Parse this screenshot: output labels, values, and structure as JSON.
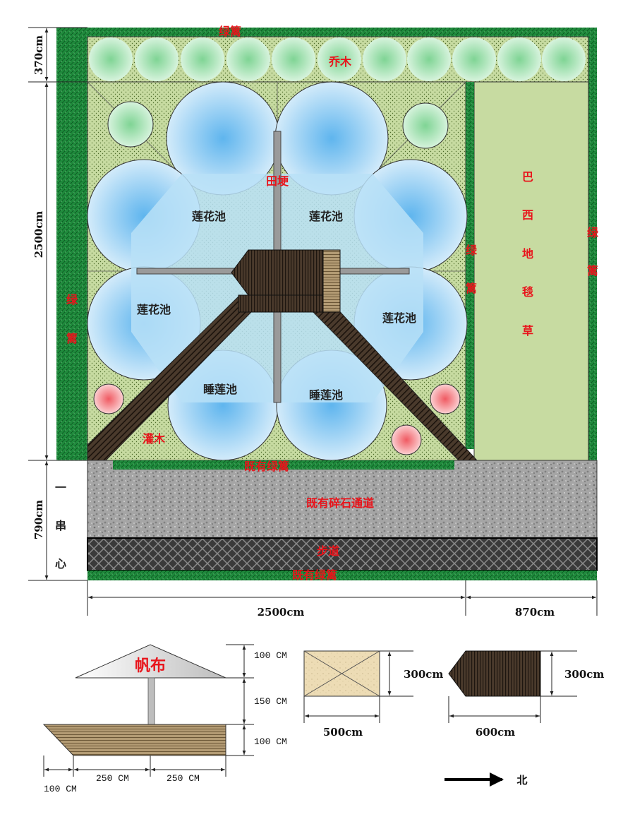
{
  "colors": {
    "hedge": "#1f8a3c",
    "lawn": "#c7dba1",
    "tree": "#a8e6b4",
    "shrub": "#f28a8e",
    "pond": "#a9d8f5",
    "deck": "#4a3a2c",
    "gravel": "#a5a5a5",
    "label_red": "#e8141b"
  },
  "plan": {
    "hedge_top": "绿篱",
    "trees": "乔木",
    "ridge": "田埂",
    "lotus_ponds": [
      "莲花池",
      "莲花池",
      "莲花池",
      "莲花池"
    ],
    "water_lily_ponds": [
      "睡莲池",
      "睡莲池"
    ],
    "hedge_left": [
      "绿",
      "篱"
    ],
    "hedge_middle": [
      "绿",
      "篱"
    ],
    "hedge_right": [
      "绿",
      "篱"
    ],
    "lawn_label": [
      "巴",
      "西",
      "地",
      "毯",
      "草"
    ],
    "shrub": "灌木",
    "existing_hedge": "既有绿篱",
    "gravel_path": "既有碎石通道",
    "walkway": "步道",
    "existing_hedge_bottom": "既有绿篱",
    "side_text": [
      "一",
      "串",
      "心"
    ]
  },
  "dimensions": {
    "top": "370cm",
    "main": "2500cm",
    "bottom": "790cm",
    "width_main": "2500cm",
    "width_side": "870cm"
  },
  "legend": {
    "canvas_label": "帆布",
    "pavilion_dims": [
      "100 CM",
      "150 CM",
      "100 CM"
    ],
    "pavilion_widths": [
      "100 CM",
      "250 CM",
      "250 CM"
    ],
    "sandbox_h": "300cm",
    "sandbox_w": "500cm",
    "deck_h": "300cm",
    "deck_w": "600cm",
    "north": "北"
  }
}
